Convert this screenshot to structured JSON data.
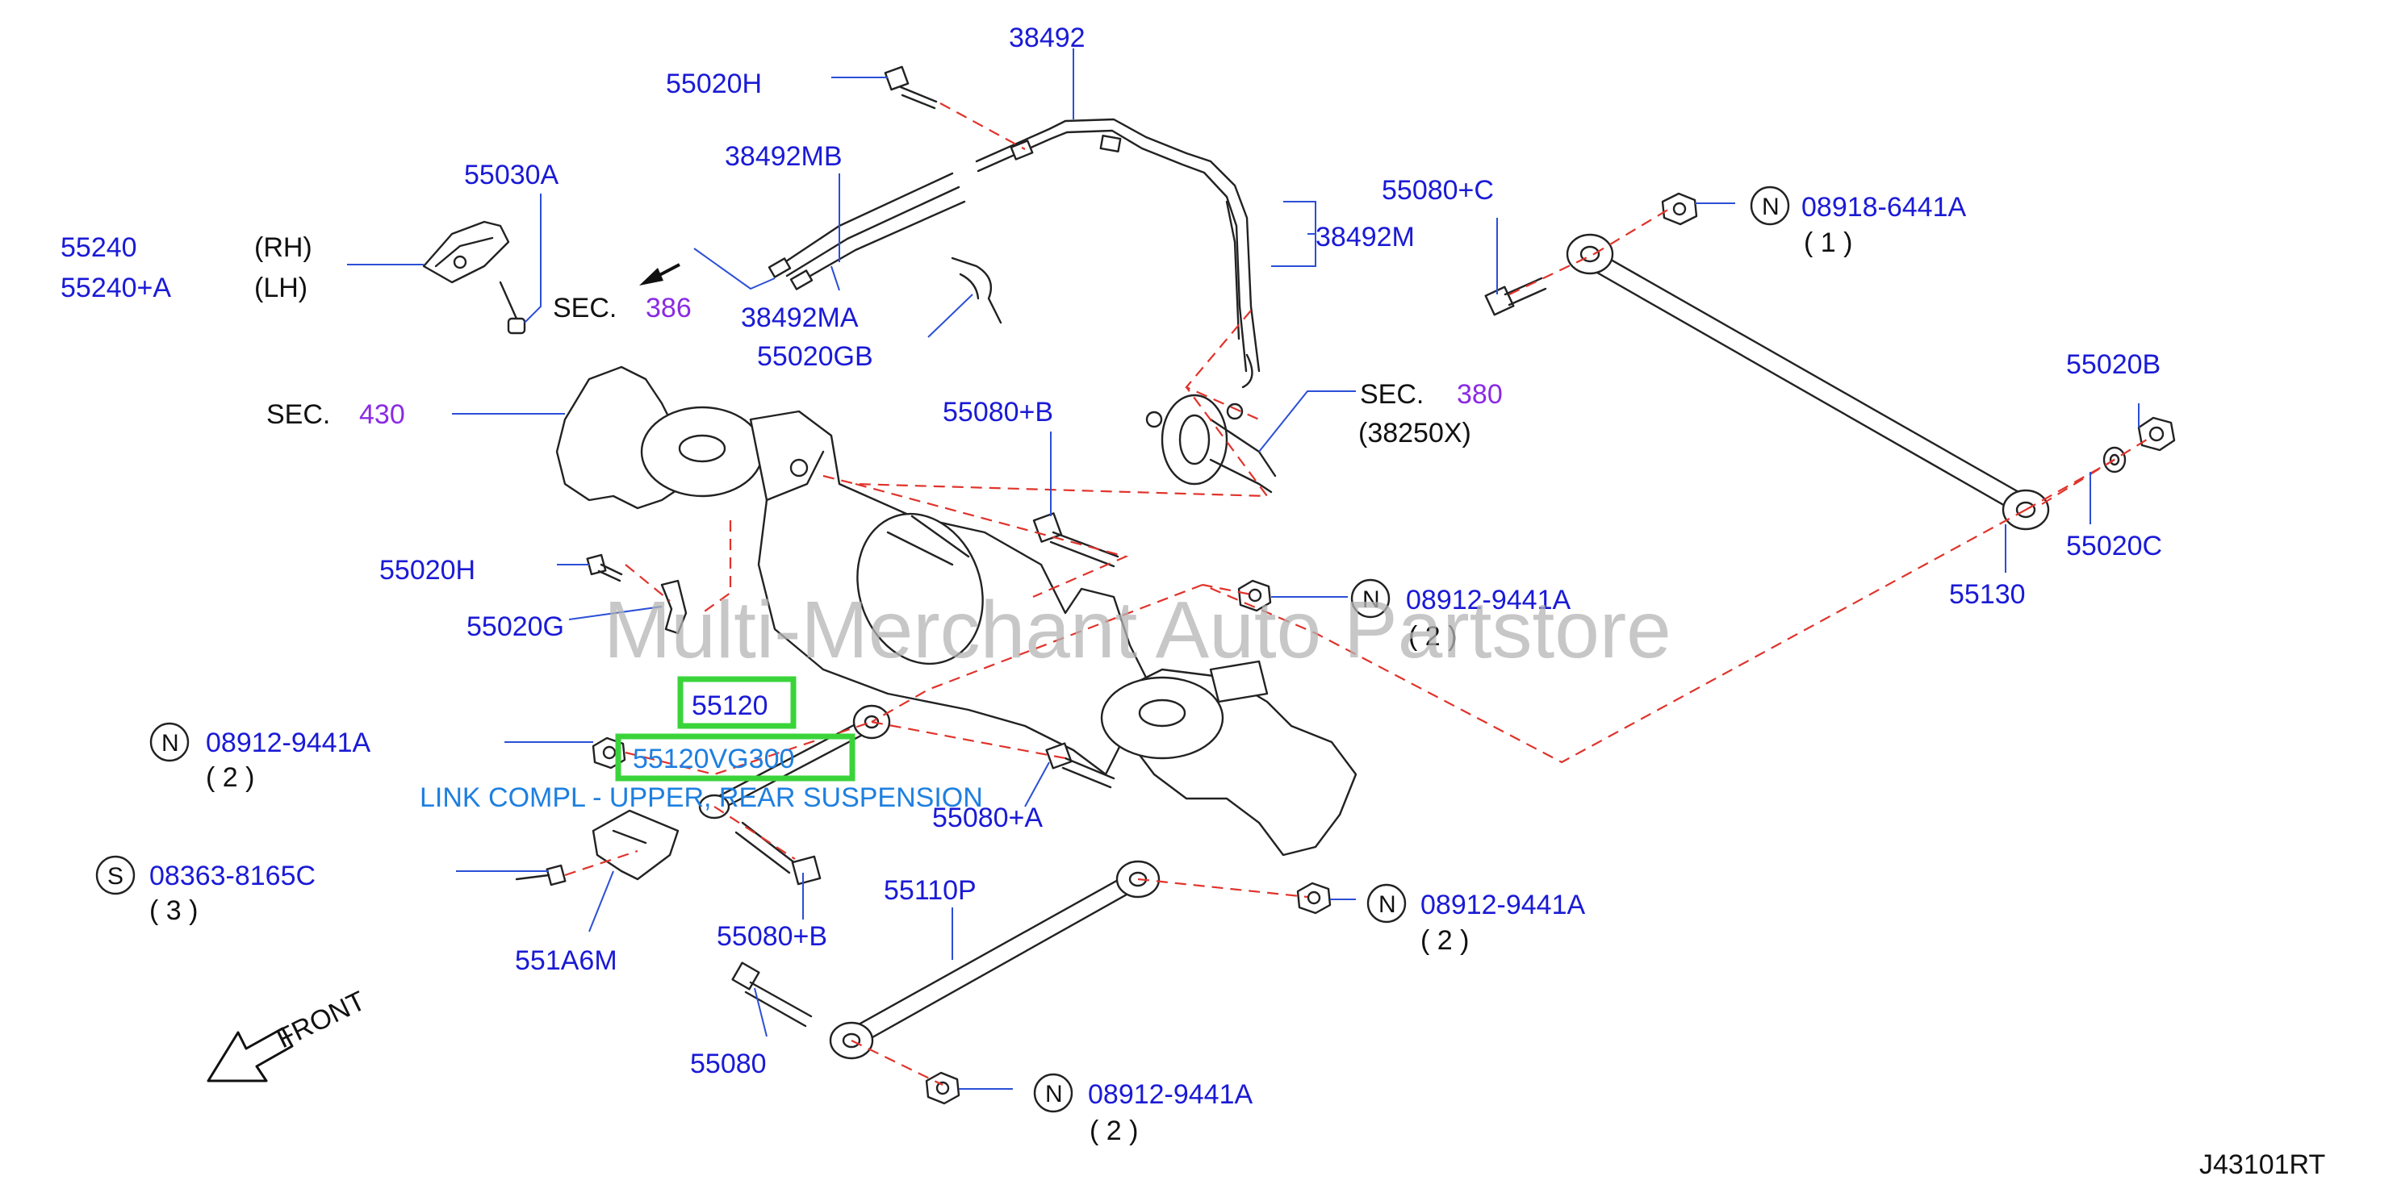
{
  "watermark": "Multi-Merchant Auto Partstore",
  "diagram_id": "J43101RT",
  "front_label": "FRONT",
  "highlight": {
    "part": "55120",
    "part_number": "55120VG300",
    "description": "LINK COMPL - UPPER, REAR SUSPENSION"
  },
  "labels": {
    "p38492": "38492",
    "p55020H_top": "55020H",
    "p38492MB": "38492MB",
    "p55030A": "55030A",
    "p55240": "55240",
    "rh": "(RH)",
    "p55240A": "55240+A",
    "lh": "(LH)",
    "sec386_prefix": "SEC.",
    "sec386_num": "386",
    "p38492MA": "38492MA",
    "p55020GB": "55020GB",
    "p38492M": "38492M",
    "p55080C": "55080+C",
    "p08918": "08918-6441A",
    "qty1": "( 1 )",
    "sec430_prefix": "SEC.",
    "sec430_num": "430",
    "p55080B_top": "55080+B",
    "sec380_prefix": "SEC.",
    "sec380_num": "380",
    "sec380_sub": "(38250X)",
    "p55020B": "55020B",
    "p55020C": "55020C",
    "p55130": "55130",
    "p55020H_mid": "55020H",
    "p55020G": "55020G",
    "p08912_a": "08912-9441A",
    "qty2_a": "( 2 )",
    "p08912_b": "08912-9441A",
    "qty2_b": "( 2 )",
    "p55080A": "55080+A",
    "p08363": "08363-8165C",
    "qty3": "( 3 )",
    "p55110P": "55110P",
    "p08912_c": "08912-9441A",
    "qty2_c": "( 2 )",
    "p55080B_bot": "55080+B",
    "p551A6M": "551A6M",
    "p55080": "55080",
    "p08912_d": "08912-9441A",
    "qty2_d": "( 2 )",
    "n": "N",
    "s": "S"
  },
  "colors": {
    "part_number": "#1a1ad6",
    "section_number": "#8a2be2",
    "highlight_box": "#3ad43a",
    "dashed_leader": "#e0332b",
    "description": "#1e7fe0",
    "watermark": "#b4b4b4"
  }
}
